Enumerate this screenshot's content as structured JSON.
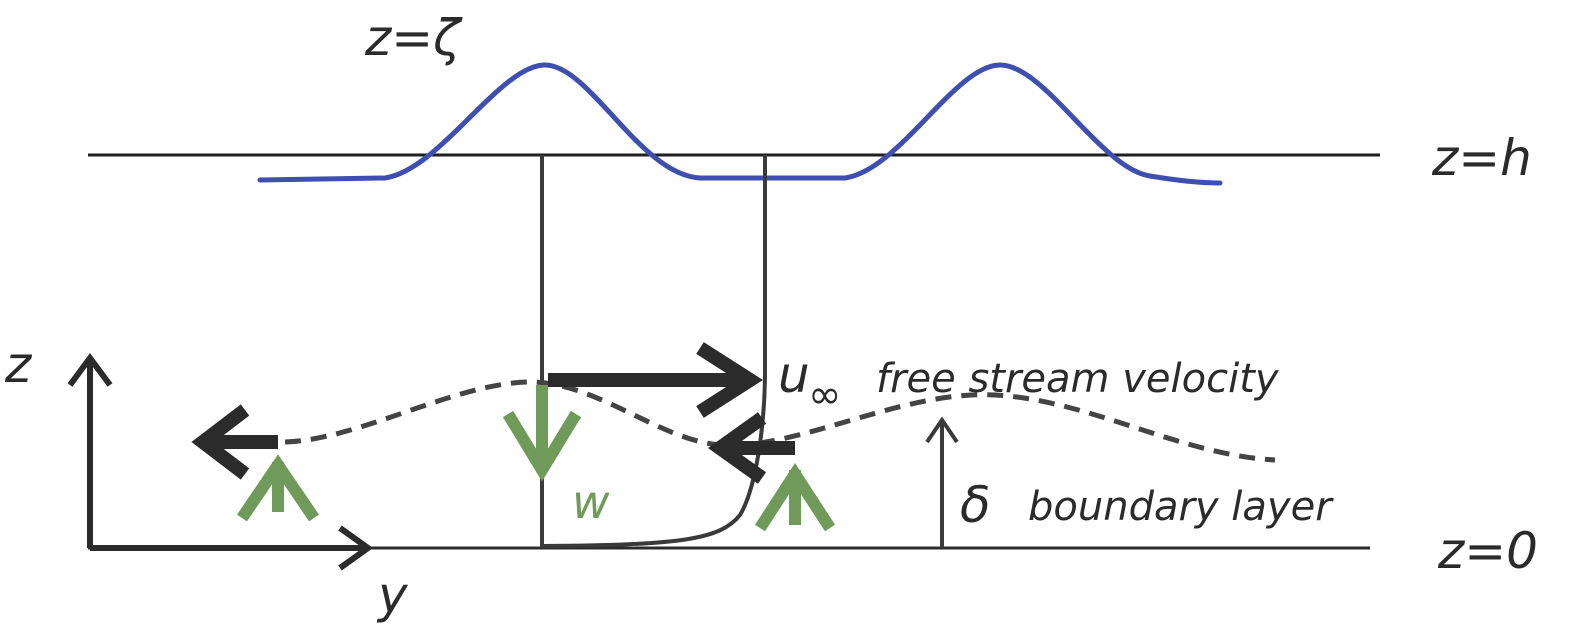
{
  "labels": {
    "z_zeta": "z=ζ",
    "z_h": "z=h",
    "z_0": "z=0",
    "z_axis": "z",
    "y_axis": "y",
    "u_inf": "u",
    "u_inf_sub": "∞",
    "free_stream": "free stream velocity",
    "delta": "δ",
    "boundary_layer": "boundary layer",
    "w": "w"
  },
  "colors": {
    "line": "#2b2b2b",
    "surface_wave": "#3f4fb0",
    "vertical_velocity": "#6f9a59",
    "background": "#ffffff"
  }
}
